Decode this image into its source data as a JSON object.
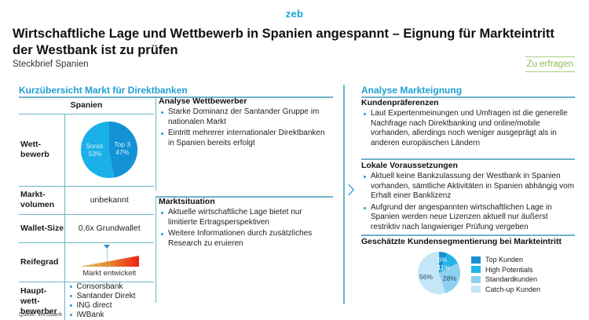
{
  "header": {
    "logo": "zeb",
    "title": "Wirtschaftliche Lage und Wettbewerb in Spanien angespannt – Eignung für Markteintritt der Westbank ist zu prüfen",
    "subtitle": "Steckbrief Spanien",
    "status_tag": "Zu erfragen"
  },
  "colors": {
    "accent": "#1e9fd4",
    "rule": "#6cb5c8",
    "status_green": "#8fbc55"
  },
  "left": {
    "section_title": "Kurzübersicht Markt für Direktbanken",
    "table": {
      "column_header": "Spanien",
      "rows": {
        "wettbewerb": {
          "label": "Wett- bewerb",
          "pie": {
            "top3_label": "Top 3",
            "top3_value": "47%",
            "other_label": "Sonst.",
            "other_value": "53%"
          }
        },
        "marktvolumen": {
          "label": "Markt- volumen",
          "value": "unbekannt"
        },
        "wallet_size": {
          "label": "Wallet-Size",
          "value": "0,6x Grundwallet"
        },
        "reifegrad": {
          "label": "Reifegrad",
          "value": "Markt entwickelt"
        },
        "hauptwettbewerber": {
          "label": "Haupt- wett- bewerber",
          "items": [
            "Consorsbank",
            "Santander Direkt",
            "ING direct",
            "IWBank"
          ]
        }
      }
    }
  },
  "middle": {
    "wettbewerber": {
      "heading": "Analyse Wettbewerber",
      "bullets": [
        "Starke Dominanz der Santander Gruppe im nationalen Markt",
        "Eintritt mehrerer internationaler Direktbanken in Spanien bereits erfolgt"
      ]
    },
    "marktsituation": {
      "heading": "Marktsituation",
      "bullets": [
        "Aktuelle wirtschaftliche Lage bietet nur limitierte Ertragsperspektiven",
        "Weitere Informationen durch zusätzliches Research zu eruieren"
      ]
    }
  },
  "right": {
    "section_title": "Analyse Markteignung",
    "kundenpraeferenzen": {
      "heading": "Kundenpräferenzen",
      "bullets": [
        "Laut Expertenmeinungen und Umfragen ist die generelle Nachfrage nach Direktbanking und online/mobile vorhanden, allerdings noch weniger ausgeprägt als in anderen europäischen Ländern"
      ]
    },
    "lokale_voraussetzungen": {
      "heading": "Lokale Voraussetzungen",
      "bullets": [
        "Aktuell keine Bankzulassung der Westbank in Spanien vorhanden, sämtliche Aktivitäten in Spanien abhängig vom Erhalt einer Banklizenz",
        "Aufgrund der angespannten wirtschaftlichen Lage in Spanien werden neue Lizenzen aktuell nur äußerst restriktiv nach langwieriger Prüfung vergeben"
      ]
    },
    "segmentierung": {
      "heading": "Geschätzte Kundensegmentierung bei Markteintritt",
      "segments": [
        {
          "name": "Top Kunden",
          "value": "6%",
          "color": "#1a8fd0"
        },
        {
          "name": "High Potentials",
          "value": "11%",
          "color": "#22b4e6"
        },
        {
          "name": "Standardkunden",
          "value": "28%",
          "color": "#8dd0f0"
        },
        {
          "name": "Catch-up Kunden",
          "value": "56%",
          "color": "#c4e6f7"
        }
      ]
    }
  },
  "chart_data": [
    {
      "type": "pie",
      "title": "Wettbewerb Spanien",
      "categories": [
        "Top 3",
        "Sonst."
      ],
      "values": [
        47,
        53
      ]
    },
    {
      "type": "pie",
      "title": "Geschätzte Kundensegmentierung bei Markteintritt",
      "categories": [
        "Top Kunden",
        "High Potentials",
        "Standardkunden",
        "Catch-up Kunden"
      ],
      "values": [
        6,
        11,
        28,
        56
      ],
      "legend_position": "right"
    }
  ],
  "footer": {
    "source": "Quelle: Westbank"
  }
}
